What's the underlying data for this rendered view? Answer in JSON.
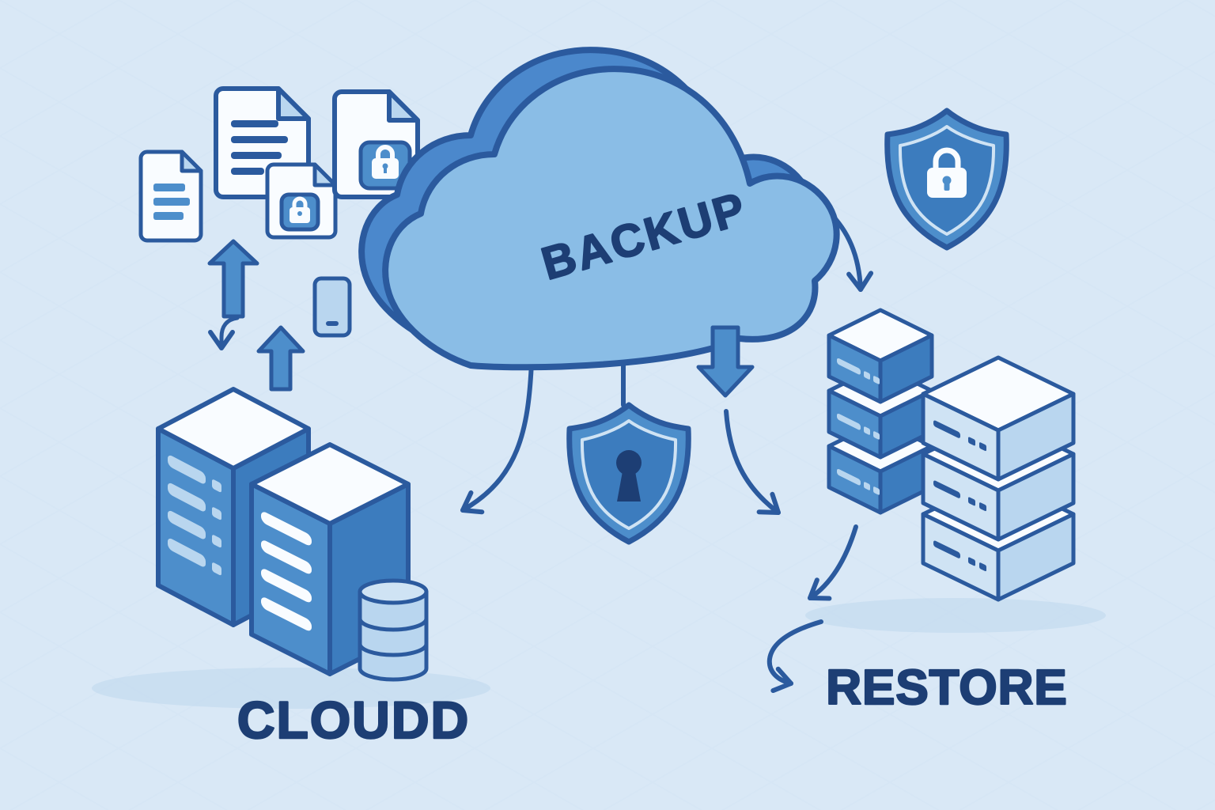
{
  "scene": {
    "title": "Cloud backup and restore illustration",
    "labels": {
      "cloud": "BACKUP",
      "left_servers": "CLOUDD",
      "right_servers": "RESTORE"
    },
    "icons": [
      "cloud-icon",
      "document-icon",
      "locked-document-icon",
      "lock-icon",
      "upload-arrow-icon",
      "download-arrow-icon",
      "curved-arrow-icon",
      "shield-keyhole-icon",
      "shield-lock-icon",
      "server-tower-icon",
      "server-stack-icon",
      "database-icon",
      "tablet-icon"
    ],
    "colors": {
      "background": "#d9e8f6",
      "outline": "#2b5a9e",
      "text_navy": "#1d3e74",
      "cloud_front": "#8abde6",
      "cloud_back": "#4b88cc",
      "accent_blue": "#4d8ecb",
      "accent_dark": "#3c7cbe",
      "light_blue": "#b9d6ef",
      "panel_light": "#cfe3f4",
      "white": "#f9fcff",
      "shadow": "#c6dcf0",
      "grid_line": "#cbdff1"
    }
  }
}
